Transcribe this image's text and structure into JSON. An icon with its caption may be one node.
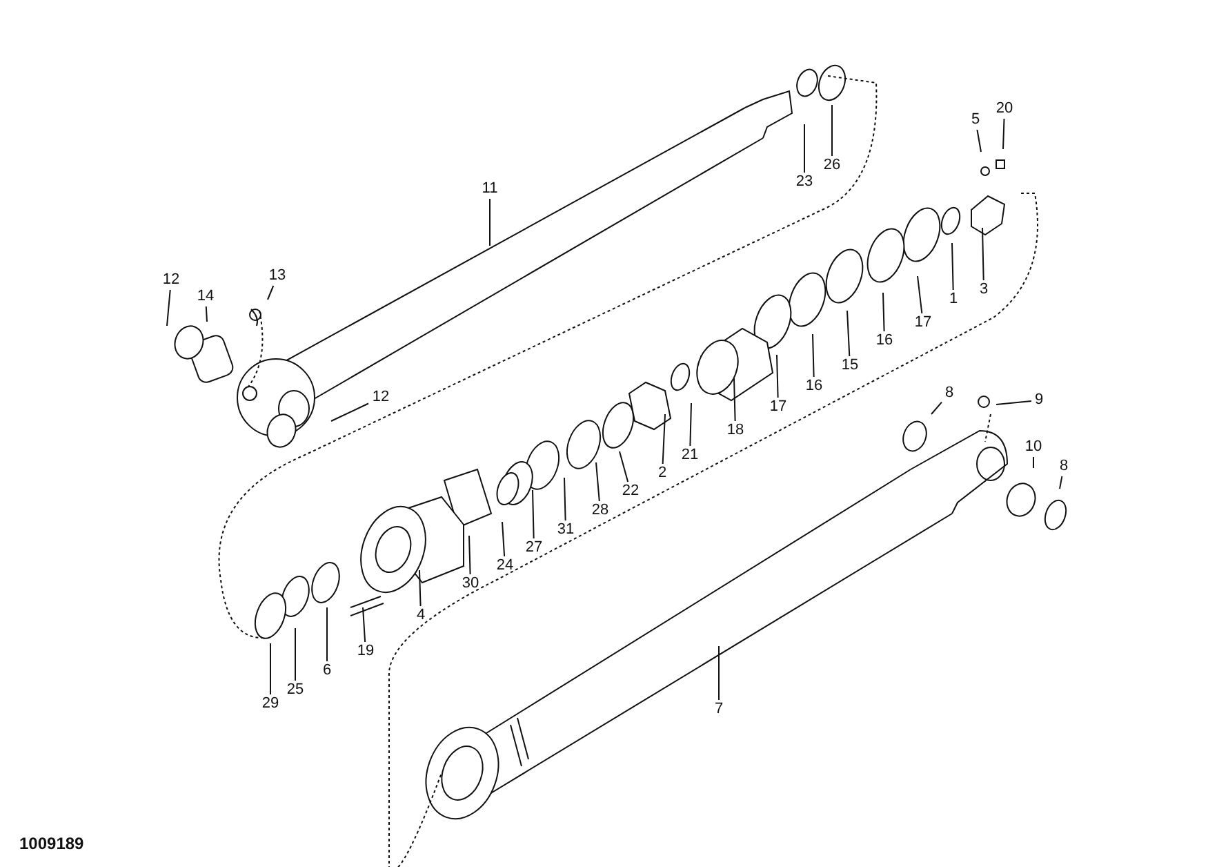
{
  "diagram": {
    "nodes": [
      {
        "text": [
          "11"
        ]
      },
      {
        "text": [
          "13"
        ]
      },
      {
        "text": [
          "12"
        ]
      },
      {
        "text": [
          "14"
        ]
      },
      {
        "text": [
          "12"
        ]
      },
      {
        "text": [
          "23"
        ]
      },
      {
        "text": [
          "26"
        ]
      },
      {
        "text": [
          "5"
        ]
      },
      {
        "text": [
          "20"
        ]
      },
      {
        "text": [
          "1"
        ]
      },
      {
        "text": [
          "3"
        ]
      },
      {
        "text": [
          "17"
        ]
      },
      {
        "text": [
          "16"
        ]
      },
      {
        "text": [
          "15"
        ]
      },
      {
        "text": [
          "16"
        ]
      },
      {
        "text": [
          "17"
        ]
      },
      {
        "text": [
          "18"
        ]
      },
      {
        "text": [
          "2"
        ]
      },
      {
        "text": [
          "21"
        ]
      },
      {
        "text": [
          "22"
        ]
      },
      {
        "text": [
          "28"
        ]
      },
      {
        "text": [
          "31"
        ]
      },
      {
        "text": [
          "27"
        ]
      },
      {
        "text": [
          "24"
        ]
      },
      {
        "text": [
          "30"
        ]
      },
      {
        "text": [
          "4"
        ]
      },
      {
        "text": [
          "19"
        ]
      },
      {
        "text": [
          "6"
        ]
      },
      {
        "text": [
          "25"
        ]
      },
      {
        "text": [
          "29"
        ]
      },
      {
        "text": [
          "8"
        ]
      },
      {
        "text": [
          "9"
        ]
      },
      {
        "text": [
          "10"
        ]
      },
      {
        "text": [
          "8"
        ]
      },
      {
        "text": [
          "7"
        ]
      }
    ],
    "edges": [
      {
        "from": 0,
        "to": null,
        "arrow": "none"
      },
      {
        "from": 1,
        "to": null,
        "arrow": "none"
      },
      {
        "from": 2,
        "to": null,
        "arrow": "none"
      },
      {
        "from": 3,
        "to": null,
        "arrow": "none"
      },
      {
        "from": 4,
        "to": null,
        "arrow": "none"
      },
      {
        "from": 5,
        "to": null,
        "arrow": "none"
      },
      {
        "from": 6,
        "to": null,
        "arrow": "none"
      },
      {
        "from": 7,
        "to": null,
        "arrow": "none"
      },
      {
        "from": 8,
        "to": null,
        "arrow": "none"
      },
      {
        "from": 9,
        "to": null,
        "arrow": "none"
      },
      {
        "from": 10,
        "to": null,
        "arrow": "none"
      },
      {
        "from": 11,
        "to": null,
        "arrow": "none"
      },
      {
        "from": 12,
        "to": null,
        "arrow": "none"
      },
      {
        "from": 13,
        "to": null,
        "arrow": "none"
      },
      {
        "from": 14,
        "to": null,
        "arrow": "none"
      },
      {
        "from": 15,
        "to": null,
        "arrow": "none"
      },
      {
        "from": 16,
        "to": null,
        "arrow": "none"
      },
      {
        "from": 17,
        "to": null,
        "arrow": "none"
      },
      {
        "from": 18,
        "to": null,
        "arrow": "none"
      },
      {
        "from": 19,
        "to": null,
        "arrow": "none"
      },
      {
        "from": 20,
        "to": null,
        "arrow": "none"
      },
      {
        "from": 21,
        "to": null,
        "arrow": "none"
      },
      {
        "from": 22,
        "to": null,
        "arrow": "none"
      },
      {
        "from": 23,
        "to": null,
        "arrow": "none"
      },
      {
        "from": 24,
        "to": null,
        "arrow": "none"
      },
      {
        "from": 25,
        "to": null,
        "arrow": "none"
      },
      {
        "from": 26,
        "to": null,
        "arrow": "none"
      },
      {
        "from": 27,
        "to": null,
        "arrow": "none"
      },
      {
        "from": 28,
        "to": null,
        "arrow": "none"
      },
      {
        "from": 29,
        "to": null,
        "arrow": "none"
      },
      {
        "from": 30,
        "to": null,
        "arrow": "none"
      },
      {
        "from": 31,
        "to": null,
        "arrow": "none"
      },
      {
        "from": 32,
        "to": null,
        "arrow": "none"
      },
      {
        "from": 33,
        "to": null,
        "arrow": "none"
      },
      {
        "from": 34,
        "to": null,
        "arrow": "none"
      }
    ],
    "labels": [
      "1009189"
    ]
  }
}
